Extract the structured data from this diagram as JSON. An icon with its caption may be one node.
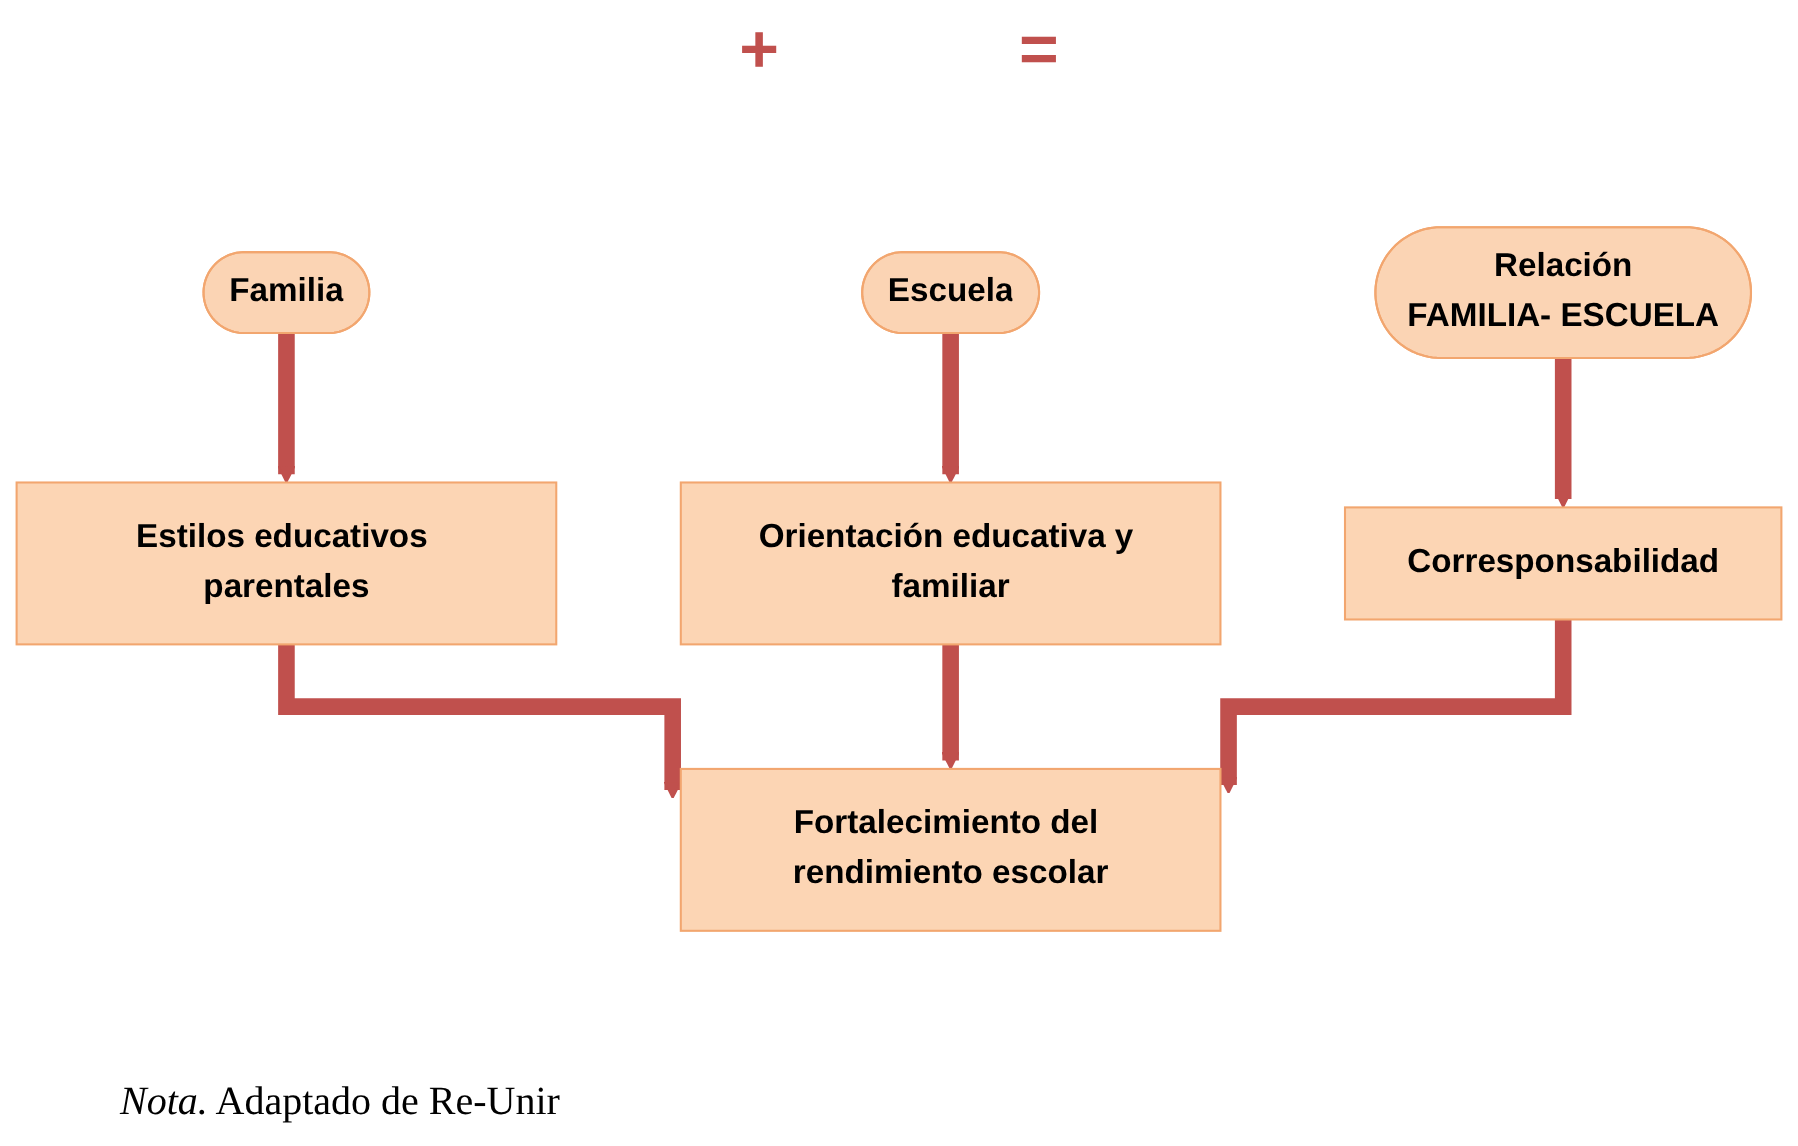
{
  "diagram": {
    "caption": "*Nota.* Adaptado de Re-Unir",
    "nodes": [
      {
        "text": [
          "Familia"
        ]
      },
      {
        "text": [
          "Escuela"
        ]
      },
      {
        "text": [
          "Relación",
          "FAMILIA- ESCUELA"
        ]
      },
      {
        "text": [
          "Estilos educativos parentales"
        ]
      },
      {
        "text": [
          "Orientación educativa y familiar"
        ]
      },
      {
        "text": [
          "Corresponsabilidad"
        ]
      },
      {
        "text": [
          "Fortalecimiento del rendimiento escolar"
        ]
      }
    ],
    "edges": [
      {
        "from": 0,
        "to": 3,
        "arrow": "to"
      },
      {
        "from": 1,
        "to": 4,
        "arrow": "to"
      },
      {
        "from": 2,
        "to": 5,
        "arrow": "to"
      },
      {
        "from": 3,
        "to": 6,
        "arrow": "to"
      },
      {
        "from": 4,
        "to": 6,
        "arrow": "to"
      },
      {
        "from": 5,
        "to": 6,
        "arrow": "to"
      }
    ],
    "labels": [
      "+",
      "="
    ]
  }
}
